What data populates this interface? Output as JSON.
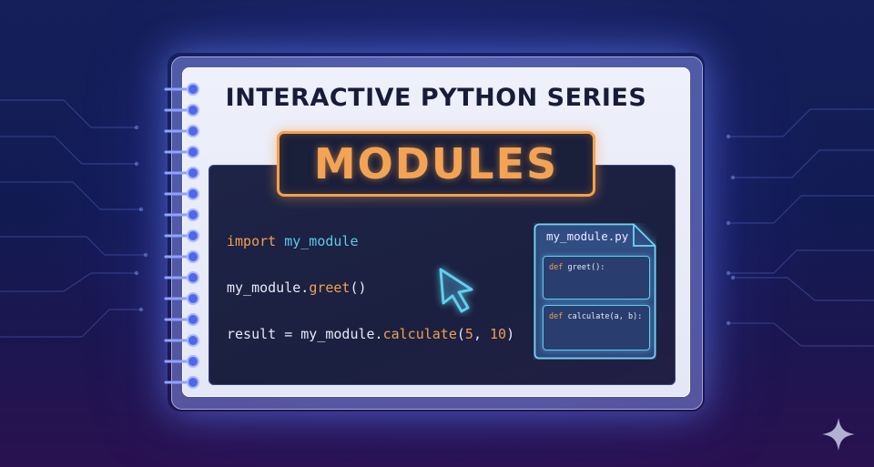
{
  "header": {
    "series_title": "INTERACTIVE PYTHON SERIES",
    "topic": "MODULES"
  },
  "code": {
    "line1": {
      "keyword": "import",
      "module": "my_module"
    },
    "line2": {
      "object": "my_module.",
      "function": "greet",
      "args": "()"
    },
    "line3": {
      "prefix": "result = my_module.",
      "function": "calculate",
      "open": "(",
      "arg1": "5",
      "sep": ", ",
      "arg2": "10",
      "close": ")"
    }
  },
  "file": {
    "name": "my_module.py",
    "defs": [
      {
        "keyword": "def",
        "signature": "greet():"
      },
      {
        "keyword": "def",
        "signature": "calculate(a, b):"
      }
    ]
  },
  "colors": {
    "accent_orange": "#f4a04a",
    "accent_cyan": "#5fd0ea",
    "page_bg": "#e8eaf7",
    "panel_bg": "#1e2446"
  },
  "icons": [
    "arrow-cursor-icon",
    "spiral-binding-icon",
    "sparkle-icon"
  ]
}
